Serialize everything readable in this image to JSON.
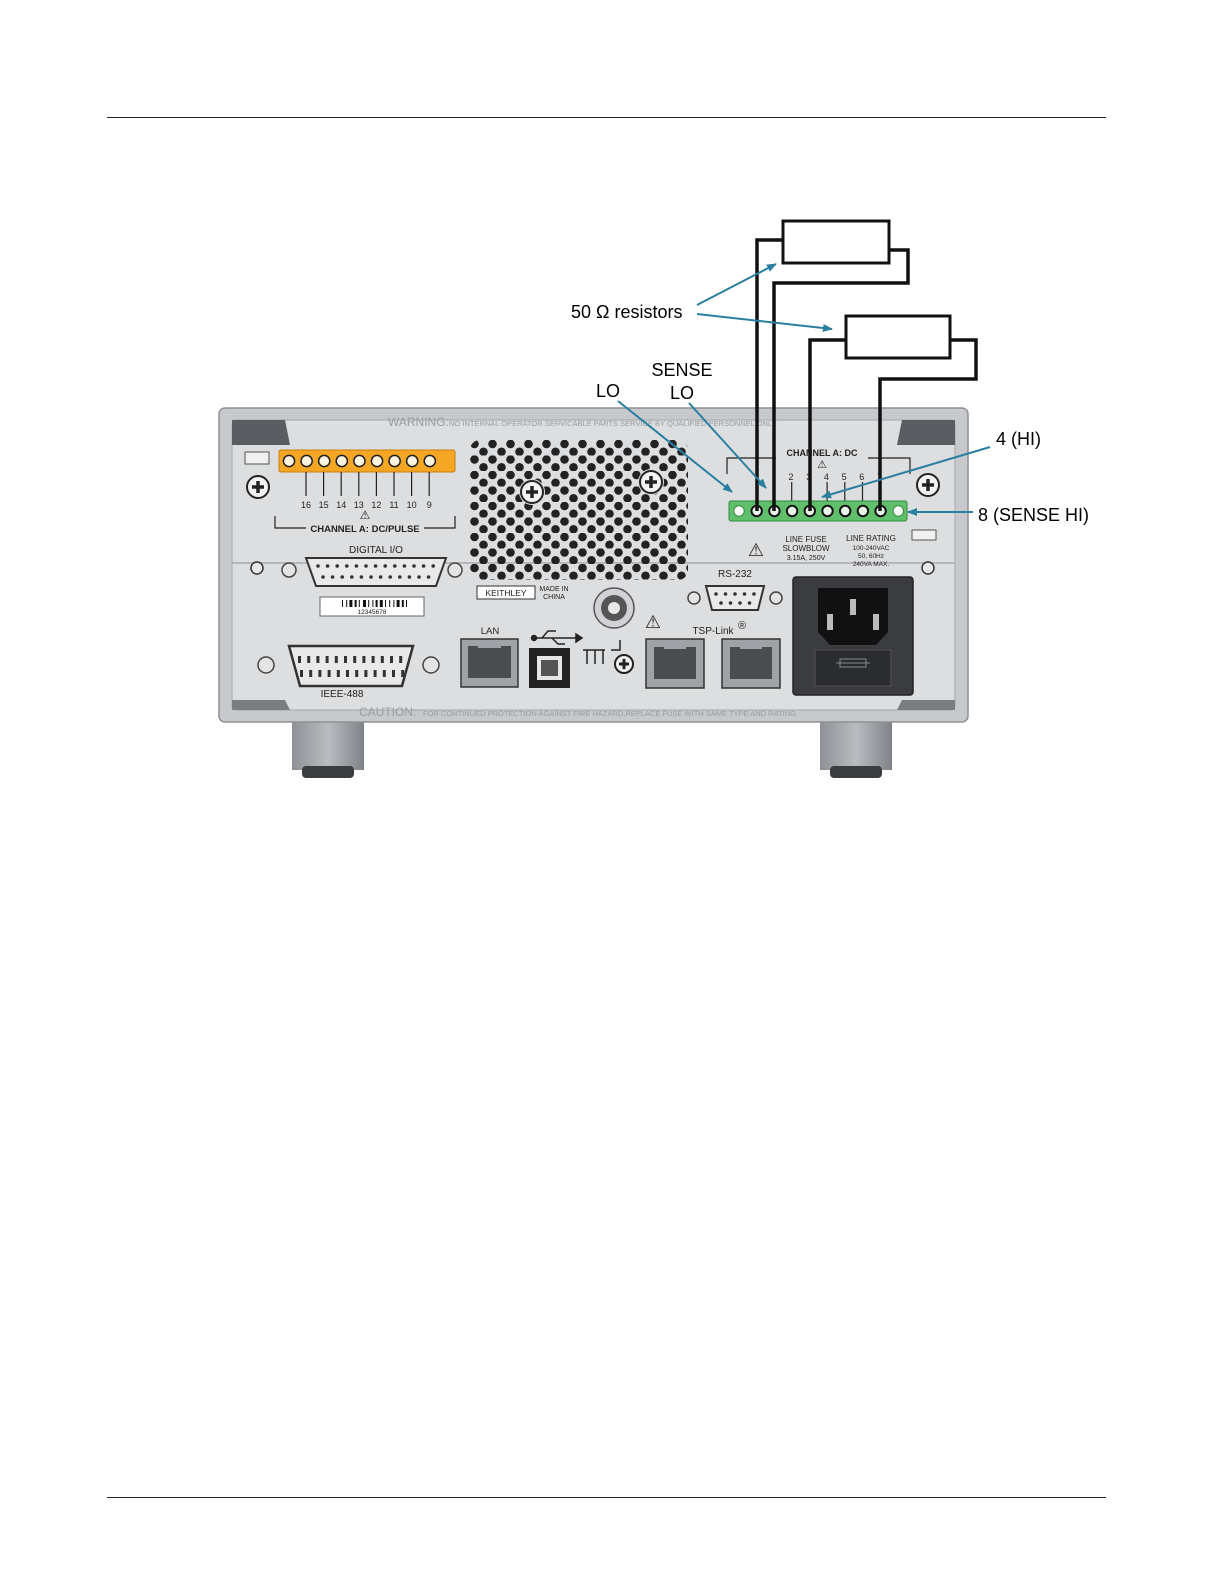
{
  "callouts": {
    "resistors": "50 Ω resistors",
    "lo": "LO",
    "sense_lo_line1": "SENSE",
    "sense_lo_line2": "LO",
    "hi": "4 (HI)",
    "sense_hi": "8 (SENSE HI)"
  },
  "panel": {
    "warning_word": "WARNING:",
    "warning_text": "NO INTERNAL OPERATOR SERVICABLE PARTS SERVICE BY QUALIFIED PERSONNEL ONLY",
    "caution_word": "CAUTION:",
    "caution_text": "FOR CONTINUED PROTECTION AGAINST FIRE HAZARD,REPLACE FUSE WITH SAME TYPE AND RATING.",
    "dc_pulse_label": "CHANNEL A: DC/PULSE",
    "dc_pulse_pins": [
      "16",
      "15",
      "14",
      "13",
      "12",
      "11",
      "10",
      "9"
    ],
    "dc_label": "CHANNEL A: DC",
    "dc_pins": [
      "2",
      "3",
      "4",
      "5",
      "6",
      "7"
    ],
    "digital_io": "DIGITAL I/O",
    "serial": "12345678",
    "brand": "KEITHLEY",
    "made_in_1": "MADE IN",
    "made_in_2": "CHINA",
    "rs232": "RS-232",
    "ieee": "IEEE-488",
    "lan": "LAN",
    "tsp_link": "TSP-Link",
    "registered": "®",
    "fuse_1": "LINE FUSE",
    "fuse_2": "SLOWBLOW",
    "fuse_3": "3.15A, 250V",
    "rating_1": "LINE RATING",
    "rating_2": "100-240VAC",
    "rating_3": "50, 60Hz",
    "rating_4": "240VA MAX."
  },
  "colors": {
    "orange_connector": "#f5a623",
    "green_connector": "#5fbf6a",
    "arrow": "#2a7fa0",
    "panel_gray": "#d4d6d9"
  }
}
